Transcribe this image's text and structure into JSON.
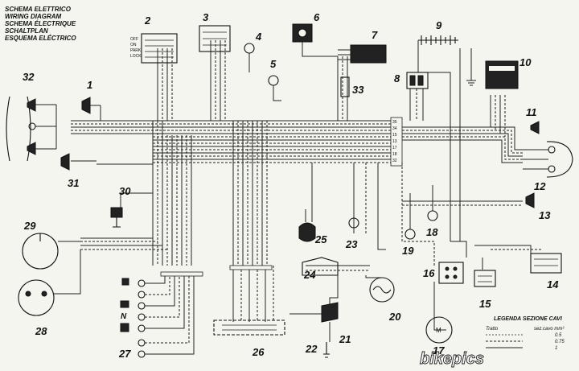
{
  "title_lines": [
    "SCHEMA ELETTRICO",
    "WIRING DIAGRAM",
    "SCHEMA ÉLECTRIQUE",
    "SCHALTPLAN",
    "ESQUEMA ELÉCTRICO"
  ],
  "components": [
    "1",
    "2",
    "3",
    "4",
    "5",
    "6",
    "7",
    "8",
    "9",
    "10",
    "11",
    "12",
    "13",
    "14",
    "15",
    "16",
    "17",
    "18",
    "19",
    "20",
    "21",
    "22",
    "23",
    "24",
    "25",
    "26",
    "27",
    "28",
    "29",
    "30",
    "31",
    "32",
    "33"
  ],
  "switch_labels": {
    "off": "OFF",
    "on": "ON",
    "park": "PARK",
    "lock": "LOCK"
  },
  "neutral_label": "N",
  "legend": {
    "title": "LEGENDA SEZIONE CAVI",
    "col_tratto": "Tratto",
    "col_sez": "sez.cavo mm²",
    "rows": [
      "0.5",
      "0.75",
      "1"
    ]
  },
  "watermark": "bikepics"
}
